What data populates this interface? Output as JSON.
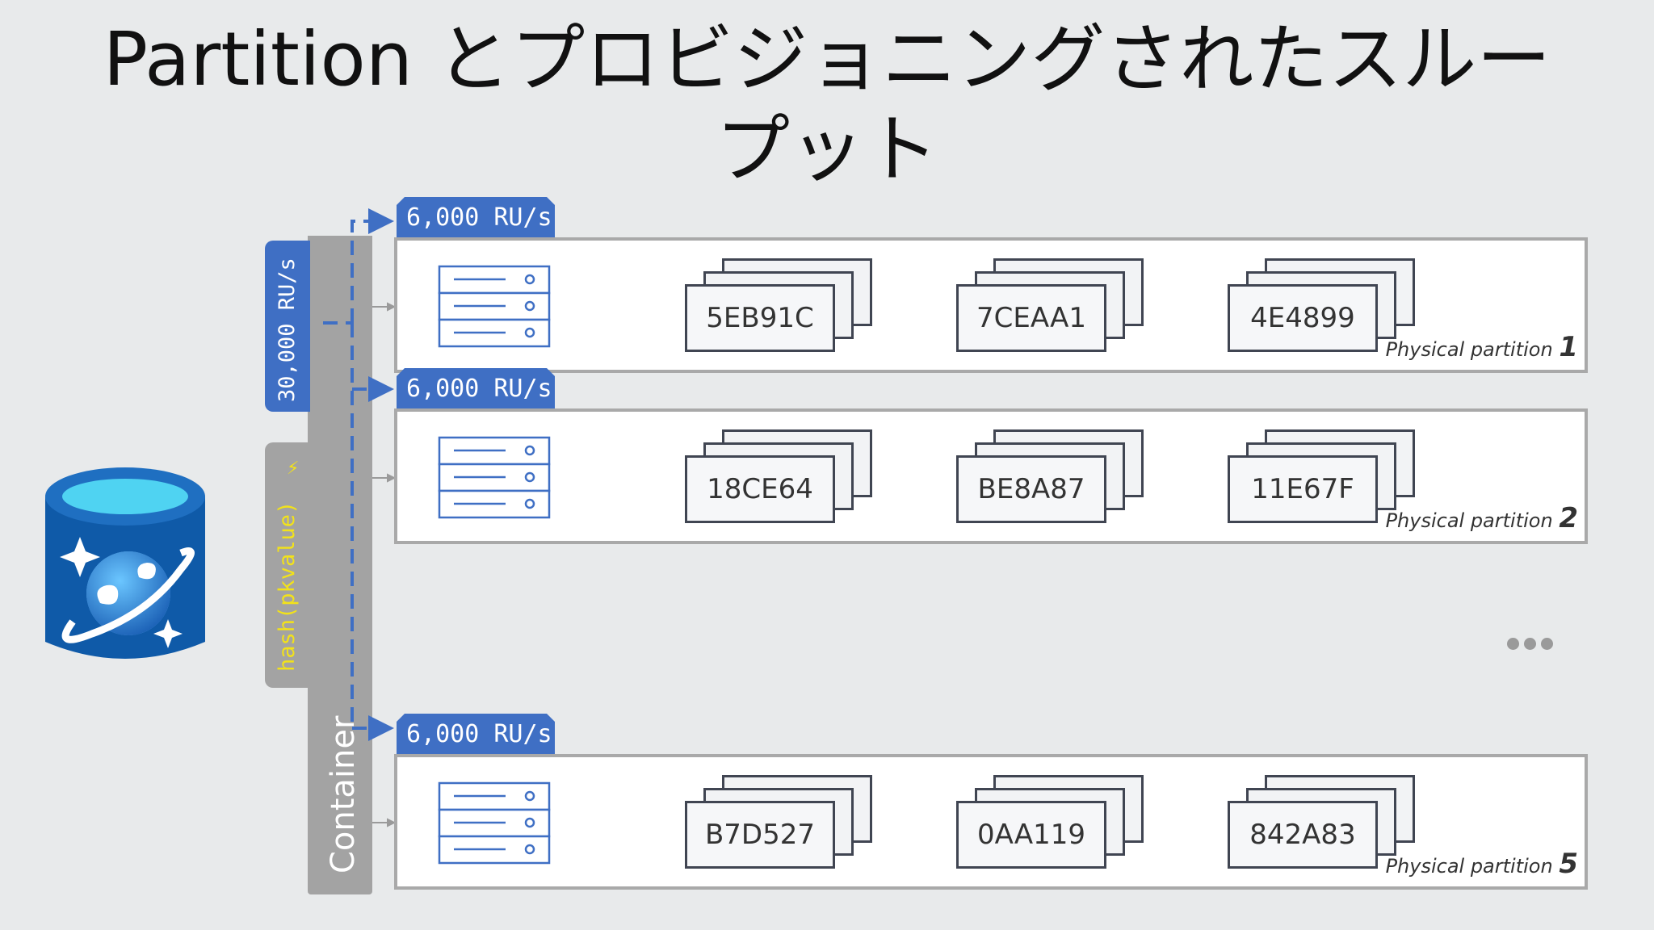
{
  "title": {
    "line1": "Partition とプロビジョニングされたスルー",
    "line2": "プット"
  },
  "container": {
    "label": "Container",
    "total_throughput": "30,000 RU/s",
    "hash_label": "hash(pkvalue)"
  },
  "partitions": [
    {
      "throughput": "6,000 RU/s",
      "label": "Physical partition",
      "number": "1",
      "ranges": [
        "5EB91C",
        "7CEAA1",
        "4E4899"
      ]
    },
    {
      "throughput": "6,000 RU/s",
      "label": "Physical partition",
      "number": "2",
      "ranges": [
        "18CE64",
        "BE8A87",
        "11E67F"
      ]
    },
    {
      "throughput": "6,000 RU/s",
      "label": "Physical partition",
      "number": "5",
      "ranges": [
        "B7D527",
        "0AA119",
        "842A83"
      ]
    }
  ],
  "colors": {
    "accent_blue": "#3f6fc4",
    "container_gray": "#a3a3a3",
    "hash_yellow": "#f2e21a"
  },
  "icons": {
    "database": "cosmos-db-icon",
    "server": "server-rack-icon",
    "more": "ellipsis-icon"
  }
}
